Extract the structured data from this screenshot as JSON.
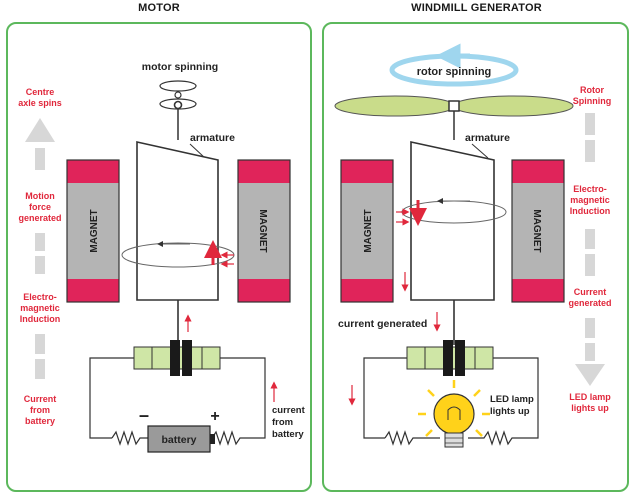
{
  "motor": {
    "title": "MOTOR",
    "spin_label": "motor spinning",
    "armature_label": "armature",
    "magnet_left": "MAGNET",
    "magnet_right": "MAGNET",
    "battery_label": "battery",
    "battery_minus": "–",
    "battery_plus": "+",
    "current_note": [
      "current",
      "from",
      "battery"
    ],
    "steps": [
      [
        "Centre",
        "axle spins"
      ],
      [
        "Motion",
        "force",
        "generated"
      ],
      [
        "Electro-",
        "magnetic",
        "Induction"
      ],
      [
        "Current",
        "from",
        "battery"
      ]
    ]
  },
  "generator": {
    "title": "WINDMILL GENERATOR",
    "spin_label": "rotor spinning",
    "armature_label": "armature",
    "magnet_left": "MAGNET",
    "magnet_right": "MAGNET",
    "current_generated": "current generated",
    "led_label": [
      "LED lamp",
      "lights up"
    ],
    "steps": [
      [
        "Rotor",
        "Spinning"
      ],
      [
        "Electro-",
        "magnetic",
        "Induction"
      ],
      [
        "Current",
        "generated"
      ],
      [
        "LED lamp",
        "lights up"
      ]
    ]
  },
  "colors": {
    "border": "#5cb85c",
    "red_label": "#e0283c",
    "magnet_red": "#e0245a",
    "magnet_grey": "#b4b4b4",
    "connector_green": "#cfe6a6",
    "rotor_blue": "#9fd6ee",
    "rotor_blade": "#c9dc8a",
    "arrow_grey": "#d7d7d7",
    "bulb_yellow": "#ffd21a"
  }
}
